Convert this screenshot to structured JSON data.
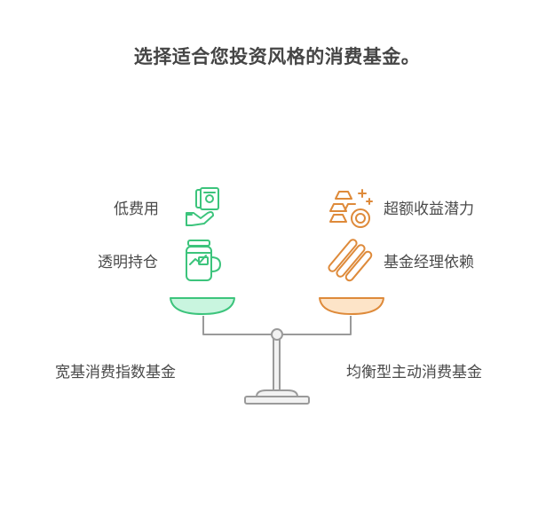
{
  "title": "选择适合您投资风格的消费基金。",
  "left": {
    "name": "宽基消费指数基金",
    "features": [
      {
        "label": "低费用",
        "icon": "money-jar-icon"
      },
      {
        "label": "透明持仓",
        "icon": "transparent-jar-icon"
      }
    ]
  },
  "right": {
    "name": "均衡型主动消费基金",
    "features": [
      {
        "label": "超额收益潜力",
        "icon": "gold-coins-icon"
      },
      {
        "label": "基金经理依赖",
        "icon": "striped-bars-icon"
      }
    ]
  },
  "colors": {
    "left_accent": "#3cc47c",
    "left_fill": "#c9f5df",
    "right_accent": "#de8a3a",
    "right_fill": "#fde4c8",
    "scale_stroke": "#9a9a9a",
    "scale_fill": "#f2f2f2"
  }
}
